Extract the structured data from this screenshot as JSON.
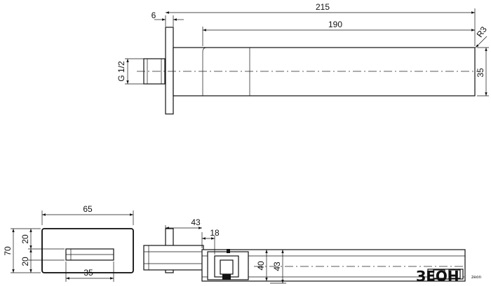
{
  "top_view": {
    "dim_total": "215",
    "dim_spout": "190",
    "dim_flange": "6",
    "dim_thread": "G 1/2",
    "dim_height": "35",
    "dim_radius": "R3"
  },
  "front_view": {
    "dim_width": "65",
    "dim_height": "70",
    "dim_upper": "20",
    "dim_lower": "20",
    "dim_bottom": "35"
  },
  "section_view": {
    "dim_depth": "43",
    "dim_inner": "18",
    "dim_v40": "40",
    "dim_v43": "43"
  },
  "brand": {
    "logo": "ЗЕОН",
    "tagline": "zeon"
  }
}
